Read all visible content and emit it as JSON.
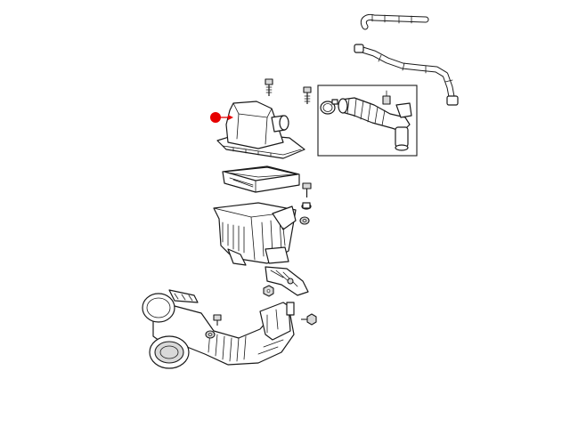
{
  "diagram": {
    "highlight_color": "#e60000",
    "line_color": "#1a1a1a",
    "background": "#ffffff",
    "parts": [
      "air-cleaner-cover",
      "air-filter-element",
      "air-cleaner-housing",
      "inlet-duct",
      "outlet-hose-assembly",
      "crankcase-vent-hose",
      "hose-clamp",
      "bolt",
      "nut",
      "grommet",
      "push-pin-retainer"
    ]
  }
}
